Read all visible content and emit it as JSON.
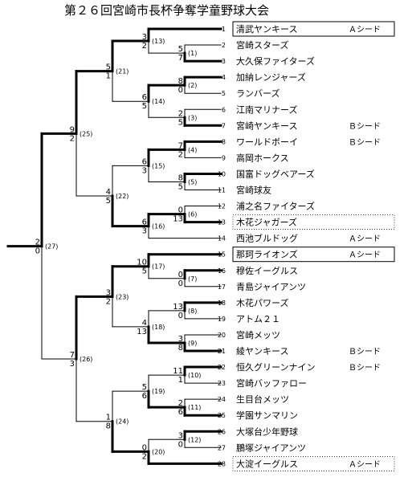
{
  "title": "第２６回宮崎市長杯争奪学童野球大会",
  "teams": [
    {
      "no": "1",
      "name": "清武ヤンキース",
      "seed": "Ａシード",
      "box": "solid"
    },
    {
      "no": "2",
      "name": "宮崎スターズ",
      "seed": "",
      "box": "none"
    },
    {
      "no": "3",
      "name": "大久保ファイターズ",
      "seed": "",
      "box": "none"
    },
    {
      "no": "4",
      "name": "加納レンジャーズ",
      "seed": "",
      "box": "none"
    },
    {
      "no": "5",
      "name": "ランバーズ",
      "seed": "",
      "box": "none"
    },
    {
      "no": "6",
      "name": "江南マリナーズ",
      "seed": "",
      "box": "none"
    },
    {
      "no": "7",
      "name": "宮崎ヤンキース",
      "seed": "Ｂシード",
      "box": "none"
    },
    {
      "no": "8",
      "name": "ワールドボーイ",
      "seed": "Ｂシード",
      "box": "none"
    },
    {
      "no": "9",
      "name": "高岡ホークス",
      "seed": "",
      "box": "none"
    },
    {
      "no": "10",
      "name": "国富ドッグベアーズ",
      "seed": "",
      "box": "none"
    },
    {
      "no": "11",
      "name": "宮崎球友",
      "seed": "",
      "box": "none"
    },
    {
      "no": "12",
      "name": "浦之名ファイターズ",
      "seed": "",
      "box": "none"
    },
    {
      "no": "13",
      "name": "木花ジャガーズ",
      "seed": "",
      "box": "dotted"
    },
    {
      "no": "14",
      "name": "西池ブルドッグ",
      "seed": "Ａシード",
      "box": "none"
    },
    {
      "no": "15",
      "name": "那珂ライオンズ",
      "seed": "Ａシード",
      "box": "solid"
    },
    {
      "no": "16",
      "name": "穆佐イーグルス",
      "seed": "",
      "box": "none"
    },
    {
      "no": "17",
      "name": "青島ジャイアンツ",
      "seed": "",
      "box": "none"
    },
    {
      "no": "18",
      "name": "木花パワーズ",
      "seed": "",
      "box": "none"
    },
    {
      "no": "19",
      "name": "アトム２１",
      "seed": "",
      "box": "none"
    },
    {
      "no": "20",
      "name": "宮崎メッツ",
      "seed": "",
      "box": "none"
    },
    {
      "no": "21",
      "name": "綾ヤンキース",
      "seed": "Ｂシード",
      "box": "none"
    },
    {
      "no": "22",
      "name": "恒久グリーンナイン",
      "seed": "Ｂシード",
      "box": "none"
    },
    {
      "no": "23",
      "name": "宮崎バッファロー",
      "seed": "",
      "box": "none"
    },
    {
      "no": "24",
      "name": "生目台メッツ",
      "seed": "",
      "box": "none"
    },
    {
      "no": "25",
      "name": "学園サンマリン",
      "seed": "",
      "box": "none"
    },
    {
      "no": "26",
      "name": "大塚台少年野球",
      "seed": "",
      "box": "none"
    },
    {
      "no": "27",
      "name": "鵬塚ジャイアンツ",
      "seed": "",
      "box": "none"
    },
    {
      "no": "28",
      "name": "大淀イーグルス",
      "seed": "Ａシード",
      "box": "dotted"
    }
  ],
  "matches": [
    {
      "id": "m1",
      "label": "(1)",
      "top": "5",
      "bottom": "7"
    },
    {
      "id": "m2",
      "label": "(2)",
      "top": "8",
      "bottom": "0"
    },
    {
      "id": "m3",
      "label": "(3)",
      "top": "2",
      "bottom": "5"
    },
    {
      "id": "m4",
      "label": "(4)",
      "top": "7",
      "bottom": "2"
    },
    {
      "id": "m5",
      "label": "(5)",
      "top": "8",
      "bottom": "5"
    },
    {
      "id": "m6",
      "label": "(6)",
      "top": "0",
      "bottom": "13"
    },
    {
      "id": "m7",
      "label": "(7)",
      "top": "0",
      "bottom": "0"
    },
    {
      "id": "m8",
      "label": "(8)",
      "top": "13",
      "bottom": "0"
    },
    {
      "id": "m9",
      "label": "(9)",
      "top": "3",
      "bottom": "8"
    },
    {
      "id": "m10",
      "label": "(10)",
      "top": "11",
      "bottom": "1"
    },
    {
      "id": "m11",
      "label": "(11)",
      "top": "2",
      "bottom": "6"
    },
    {
      "id": "m12",
      "label": "(12)",
      "top": "3",
      "bottom": "0"
    },
    {
      "id": "m13",
      "label": "(13)",
      "top": "3",
      "bottom": "2"
    },
    {
      "id": "m14",
      "label": "(14)",
      "top": "6",
      "bottom": "5"
    },
    {
      "id": "m15",
      "label": "(15)",
      "top": "6",
      "bottom": "3"
    },
    {
      "id": "m16",
      "label": "(16)",
      "top": "6",
      "bottom": "3"
    },
    {
      "id": "m17",
      "label": "(17)",
      "top": "10",
      "bottom": "5"
    },
    {
      "id": "m18",
      "label": "(18)",
      "top": "4",
      "bottom": "13"
    },
    {
      "id": "m19",
      "label": "(19)",
      "top": "5",
      "bottom": "6"
    },
    {
      "id": "m20",
      "label": "(20)",
      "top": "0",
      "bottom": "2"
    },
    {
      "id": "m21",
      "label": "(21)",
      "top": "5",
      "bottom": "1"
    },
    {
      "id": "m22",
      "label": "(22)",
      "top": "4",
      "bottom": "5"
    },
    {
      "id": "m23",
      "label": "(23)",
      "top": "3",
      "bottom": "2"
    },
    {
      "id": "m24",
      "label": "(24)",
      "top": "1",
      "bottom": "8"
    },
    {
      "id": "m25",
      "label": "(25)",
      "top": "9",
      "bottom": "2"
    },
    {
      "id": "m26",
      "label": "(26)",
      "top": "7",
      "bottom": "3"
    },
    {
      "id": "m27",
      "label": "(27)",
      "top": "2",
      "bottom": "0"
    }
  ]
}
